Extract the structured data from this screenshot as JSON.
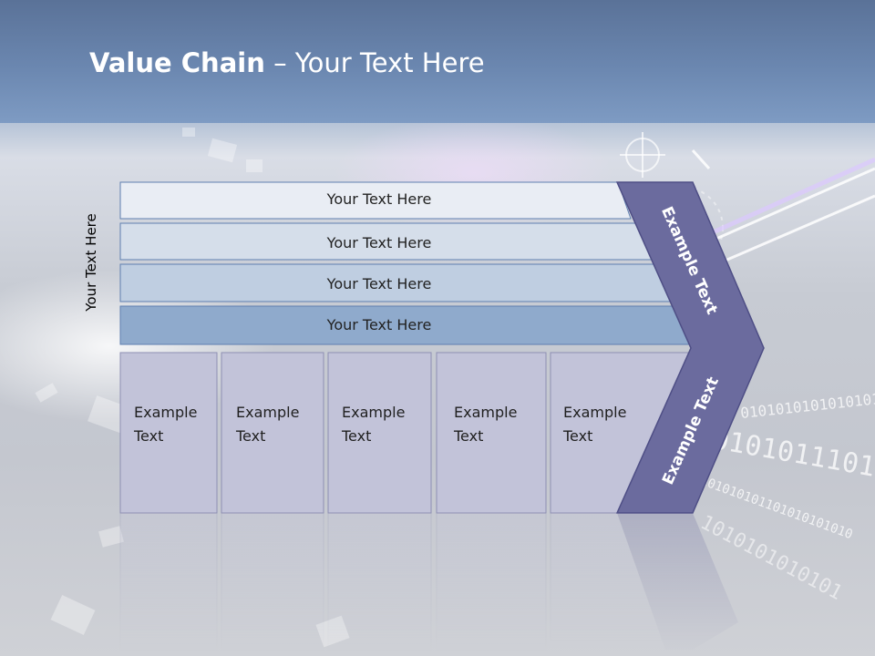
{
  "slide": {
    "title_bold": "Value Chain",
    "title_rest": " – Your Text Here"
  },
  "side_label": "Your Text Here",
  "rows": [
    {
      "label": "Your Text Here",
      "color": "#e9edf4"
    },
    {
      "label": "Your Text Here",
      "color": "#d5deea"
    },
    {
      "label": "Your Text Here",
      "color": "#bfcee1"
    },
    {
      "label": "Your Text Here",
      "color": "#8faacc"
    }
  ],
  "columns": [
    {
      "line1": "Example",
      "line2": "Text"
    },
    {
      "line1": "Example",
      "line2": "Text"
    },
    {
      "line1": "Example",
      "line2": "Text"
    },
    {
      "line1": "Example",
      "line2": "Text"
    },
    {
      "line1": "Example",
      "line2": "Text"
    }
  ],
  "chevron": {
    "upper_label": "Example Text",
    "lower_label": "Example Text",
    "color": "#6b6b9e"
  },
  "colors": {
    "column_fill": "#c2c3d9",
    "header_band": "#6b87b0"
  }
}
